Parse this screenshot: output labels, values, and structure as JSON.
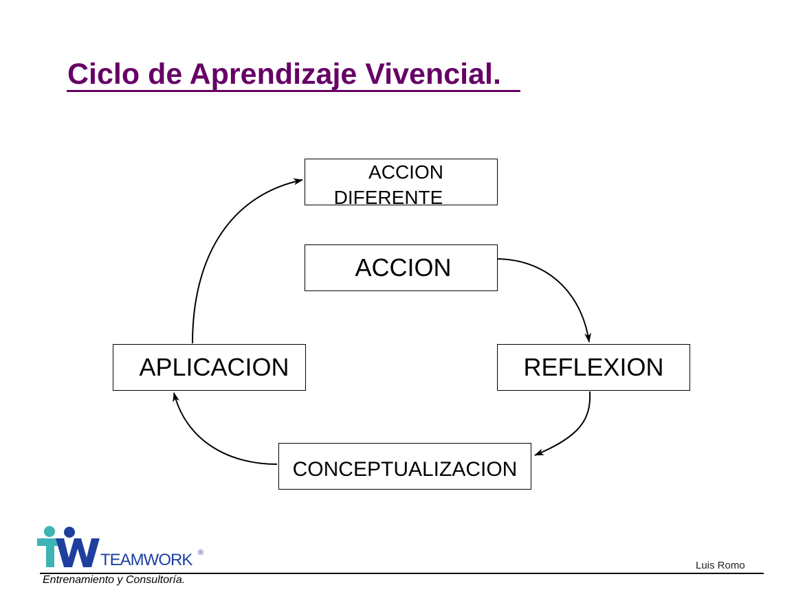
{
  "title": "Ciclo de Aprendizaje Vivencial.",
  "diagram": {
    "nodes": {
      "accion_diferente": [
        "ACCION",
        "DIFERENTE"
      ],
      "accion": "ACCION",
      "reflexion": "REFLEXION",
      "conceptualizacion": "CONCEPTUALIZACION",
      "aplicacion": "APLICACION"
    },
    "edges": [
      {
        "from": "accion",
        "to": "reflexion"
      },
      {
        "from": "reflexion",
        "to": "conceptualizacion"
      },
      {
        "from": "conceptualizacion",
        "to": "aplicacion"
      },
      {
        "from": "aplicacion",
        "to": "accion_diferente"
      }
    ]
  },
  "footer": {
    "brand": "TEAMWORK",
    "registered": "®",
    "tagline": "Entrenamiento y Consultoría.",
    "author": "Luis Romo"
  },
  "colors": {
    "title": "#660066",
    "logo_teal": "#3cb4b4",
    "logo_blue": "#1f3f9f"
  },
  "icons": {
    "logo": "teamwork-tw-logo"
  }
}
